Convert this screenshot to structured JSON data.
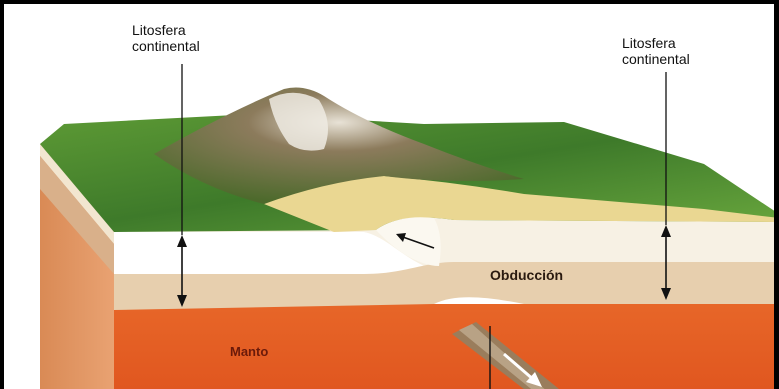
{
  "labels": {
    "left_lithosphere": {
      "line1": "Litosfera",
      "line2": "continental"
    },
    "right_lithosphere": {
      "line1": "Litosfera",
      "line2": "continental"
    },
    "obduction": "Obducción",
    "mantle": "Manto"
  },
  "colors": {
    "border": "#000000",
    "mantle": "#e8652a",
    "lithosphere_light": "#f4ecdc",
    "crust_band": "#e3c7a4",
    "sand": "#e9d48a",
    "vegetation": "#4f8a2e",
    "mountain": "#7a6a4e",
    "slab": "#9a7d5c"
  }
}
